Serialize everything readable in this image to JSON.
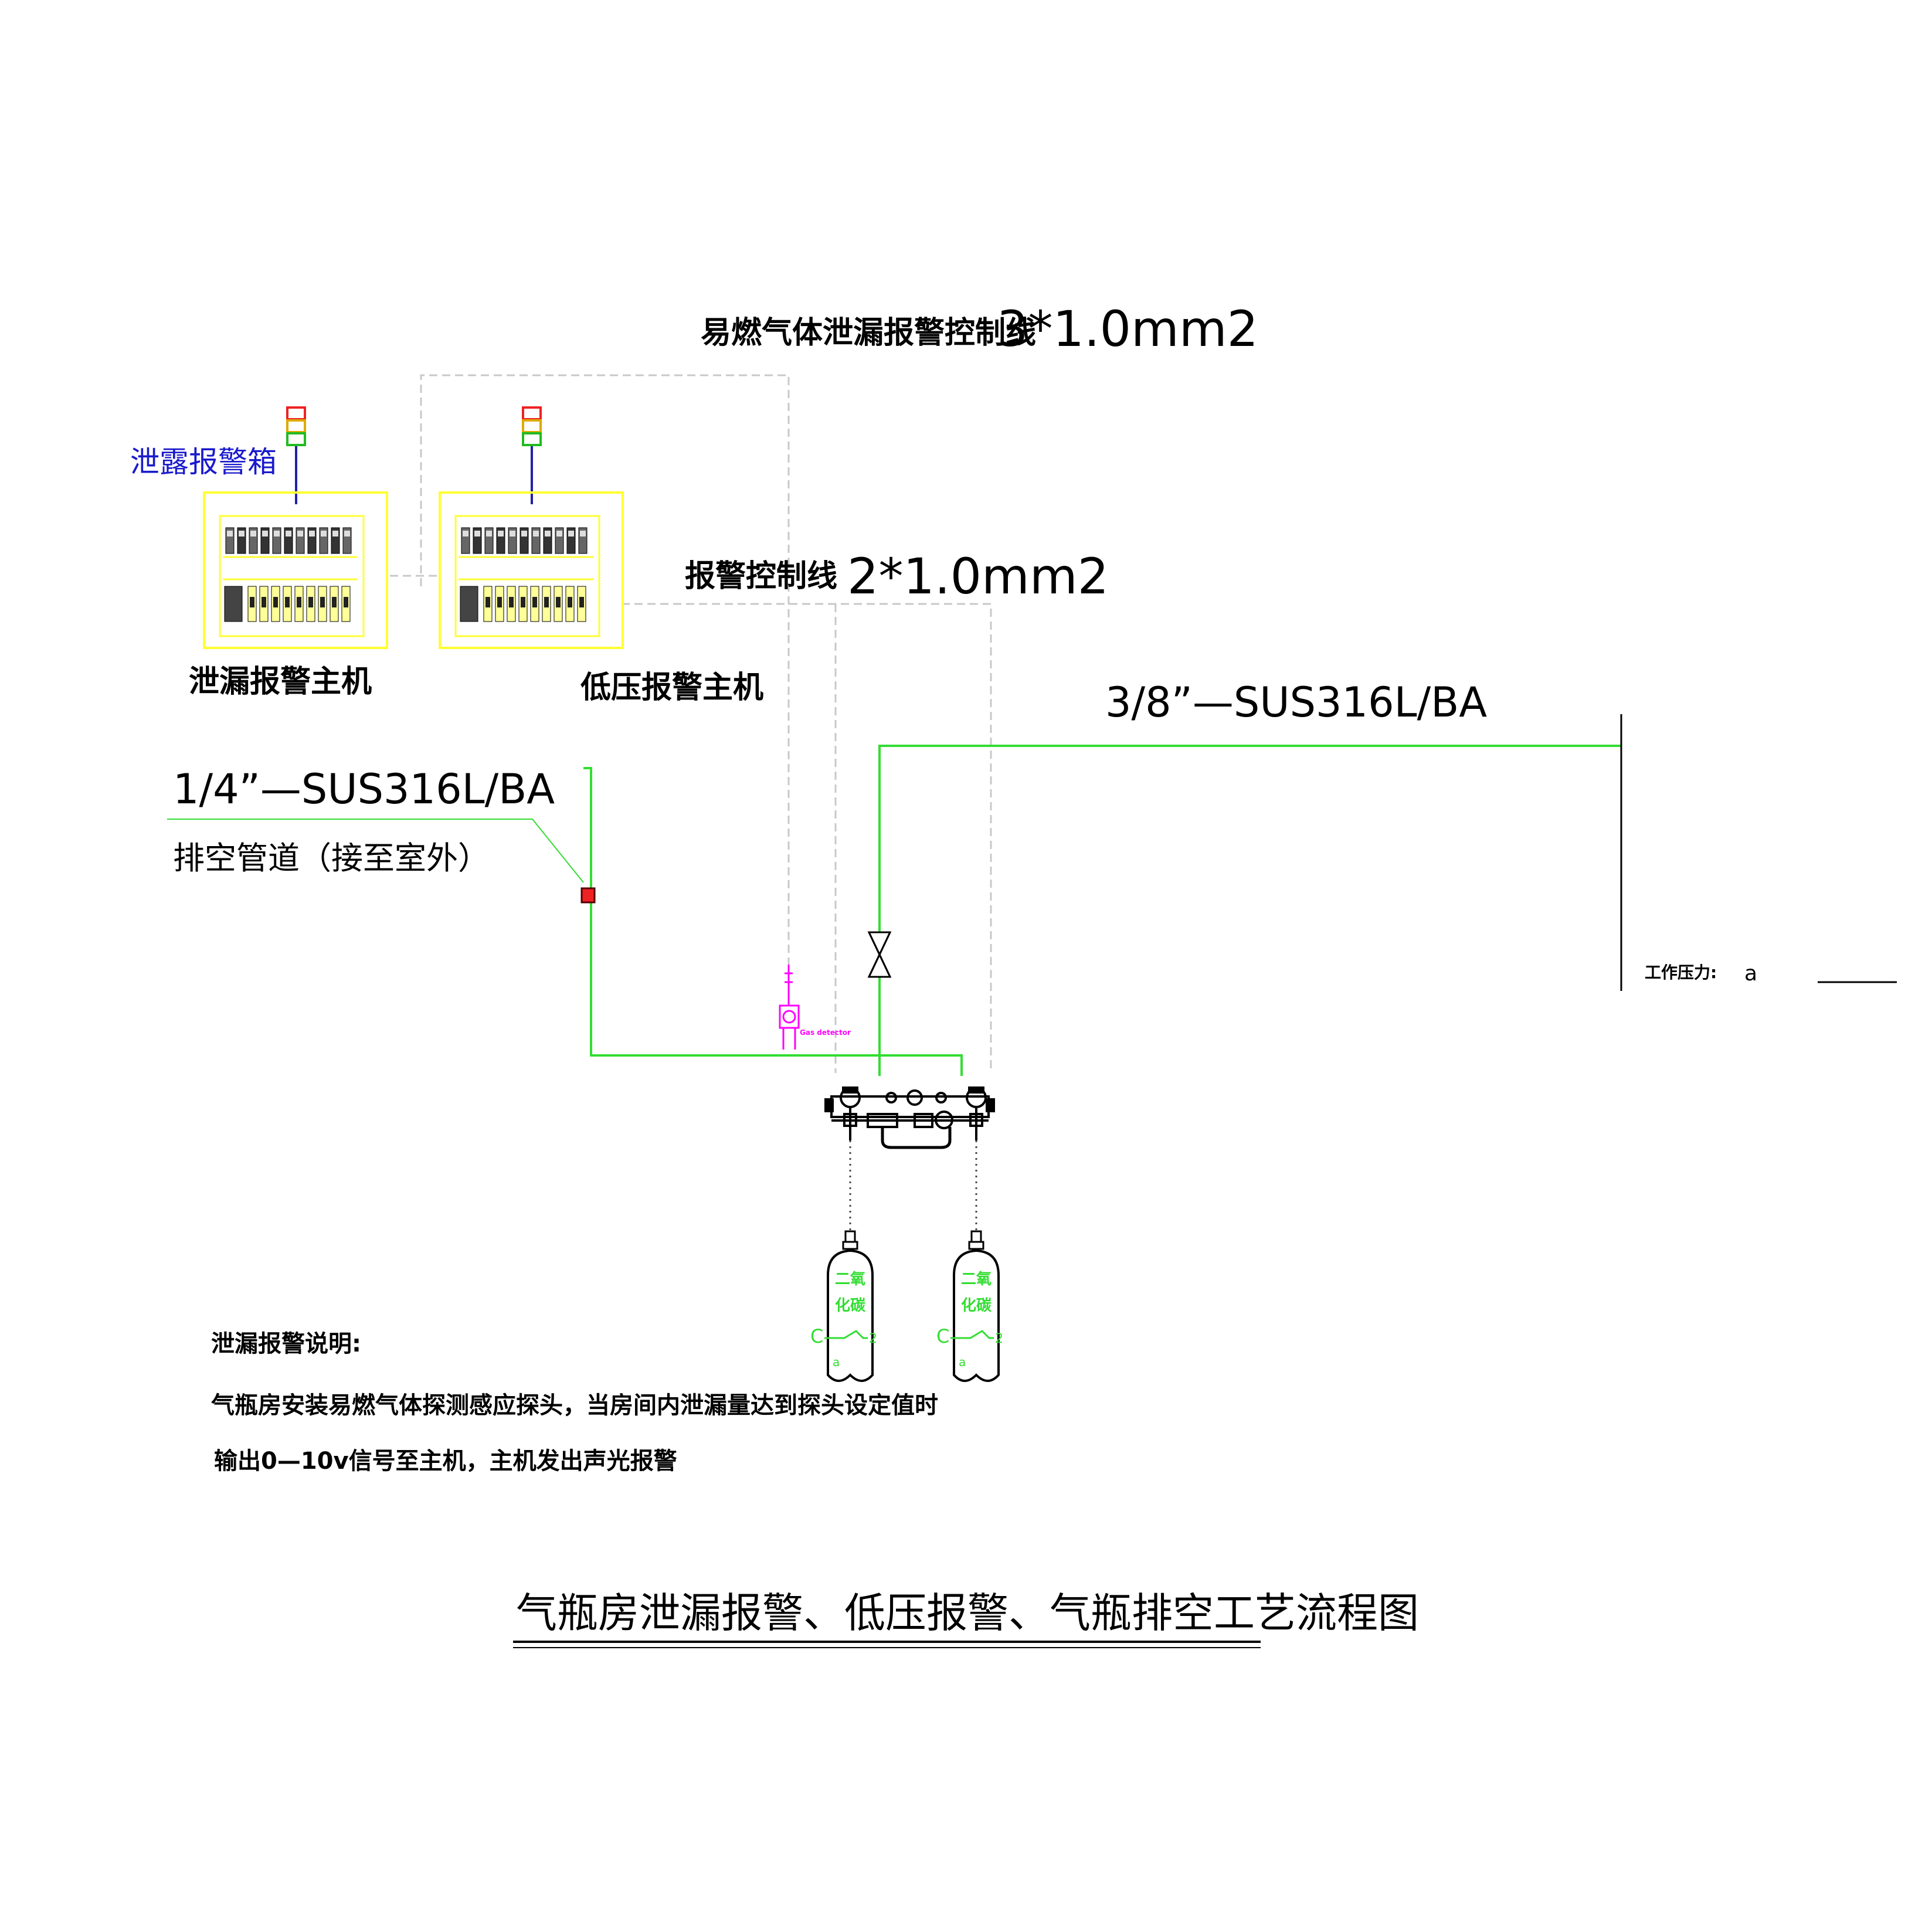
{
  "labels": {
    "flammable_control_line": "易燃气体泄漏报警控制线",
    "flammable_control_spec": "3*1.0mm2",
    "alarm_box": "泄露报警箱",
    "alarm_control_line": "报警控制线",
    "alarm_control_spec": "2*1.0mm2",
    "leak_host": "泄漏报警主机",
    "low_pressure_host": "低压报警主机",
    "pipe_main_spec": "3/8”—SUS316L/BA",
    "pipe_vent_spec": "1/4”—SUS316L/BA",
    "vent_pipe": "排空管道（接至室外）",
    "working_pressure_label": "工作压力:",
    "working_pressure_unit": "a",
    "gas_detector": "Gas detector"
  },
  "cylinders": [
    {
      "gas_line1": "二氧",
      "gas_line2": "化碳",
      "formula_c": "C",
      "formula_2": "2",
      "mark": "a"
    },
    {
      "gas_line1": "二氧",
      "gas_line2": "化碳",
      "formula_c": "C",
      "formula_2": "2",
      "mark": "a"
    }
  ],
  "notes": {
    "heading": "泄漏报警说明:",
    "line1": "气瓶房安装易燃气体探测感应探头，当房间内泄漏量达到探头设定值时",
    "line2": "输出0—10v信号至主机，主机发出声光报警"
  },
  "title": "气瓶房泄漏报警、低压报警、气瓶排空工艺流程图",
  "colors": {
    "pipe": "#33dd33",
    "cabinet": "#ffff33",
    "signal_line": "#cccccc",
    "detector": "#ff00ff",
    "blue_label": "#1a1acc",
    "mast": "#2222aa"
  }
}
